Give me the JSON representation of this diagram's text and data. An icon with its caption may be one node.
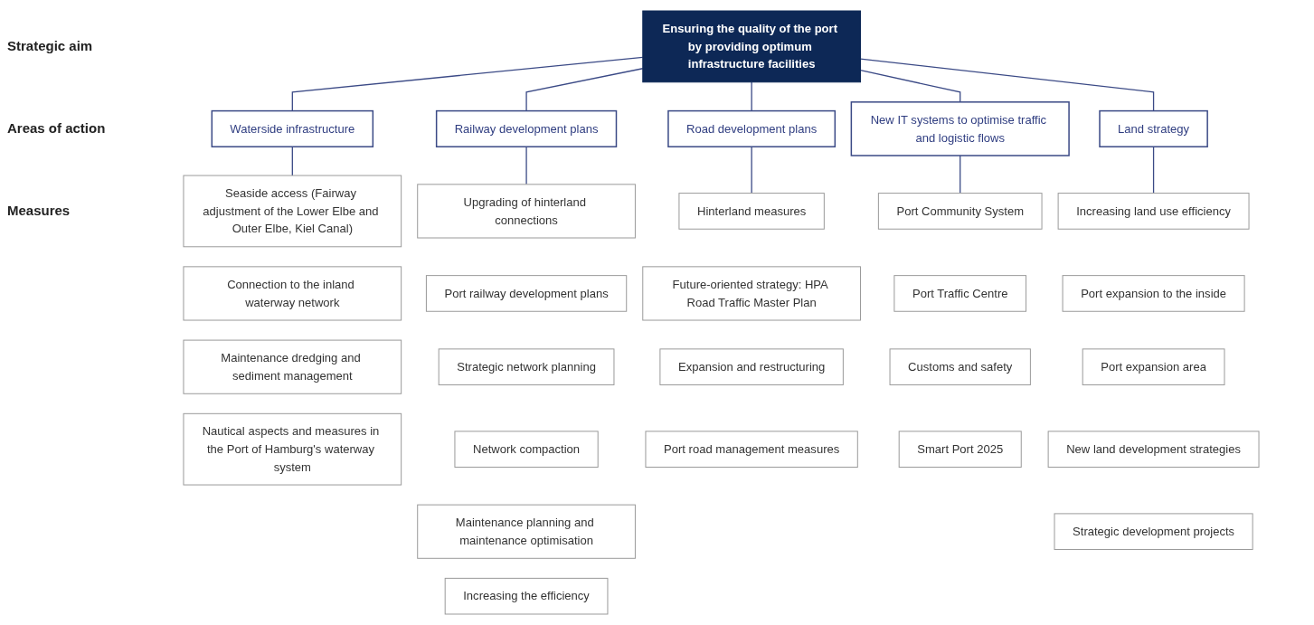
{
  "diagram": {
    "nodes": [
      {
        "text": [
          "Ensuring the quality of the port by providing optimum infrastructure facilities"
        ]
      },
      {
        "text": [
          "Waterside infrastructure"
        ]
      },
      {
        "text": [
          "Railway development plans"
        ]
      },
      {
        "text": [
          "Road development plans"
        ]
      },
      {
        "text": [
          "New IT systems to optimise traffic and logistic flows"
        ]
      },
      {
        "text": [
          "Land strategy"
        ]
      },
      {
        "text": [
          "Seaside access (Fairway adjustment of the Lower Elbe and Outer Elbe, Kiel Canal)"
        ]
      },
      {
        "text": [
          "Connection to the inland waterway network"
        ]
      },
      {
        "text": [
          "Maintenance dredging and sediment management"
        ]
      },
      {
        "text": [
          "Nautical aspects and measures in the Port of Hamburg's waterway system"
        ]
      },
      {
        "text": [
          "Upgrading of hinterland connections"
        ]
      },
      {
        "text": [
          "Port railway development plans"
        ]
      },
      {
        "text": [
          "Strategic network planning"
        ]
      },
      {
        "text": [
          "Network compaction"
        ]
      },
      {
        "text": [
          "Maintenance planning and maintenance optimisation"
        ]
      },
      {
        "text": [
          "Increasing the efficiency"
        ]
      },
      {
        "text": [
          "Hinterland measures"
        ]
      },
      {
        "text": [
          "Future-oriented strategy: HPA Road Traffic Master Plan"
        ]
      },
      {
        "text": [
          "Expansion and restructuring"
        ]
      },
      {
        "text": [
          "Port road management measures"
        ]
      },
      {
        "text": [
          "Port Community System"
        ]
      },
      {
        "text": [
          "Port Traffic Centre"
        ]
      },
      {
        "text": [
          "Customs and safety"
        ]
      },
      {
        "text": [
          "Smart Port 2025"
        ]
      },
      {
        "text": [
          "Increasing land use efficiency"
        ]
      },
      {
        "text": [
          "Port expansion to the inside"
        ]
      },
      {
        "text": [
          "Port expansion area"
        ]
      },
      {
        "text": [
          "New land development strategies"
        ]
      },
      {
        "text": [
          "Strategic development projects"
        ]
      }
    ],
    "edges": [
      {
        "from": 0,
        "to": 1,
        "arrow": "none"
      },
      {
        "from": 0,
        "to": 2,
        "arrow": "none"
      },
      {
        "from": 0,
        "to": 3,
        "arrow": "none"
      },
      {
        "from": 0,
        "to": 4,
        "arrow": "none"
      },
      {
        "from": 0,
        "to": 5,
        "arrow": "none"
      },
      {
        "from": 1,
        "to": 6,
        "arrow": "none"
      },
      {
        "from": 2,
        "to": 10,
        "arrow": "none"
      },
      {
        "from": 3,
        "to": 16,
        "arrow": "none"
      },
      {
        "from": 4,
        "to": 20,
        "arrow": "none"
      },
      {
        "from": 5,
        "to": 24,
        "arrow": "none"
      }
    ],
    "labels": [
      "Strategic aim",
      "Areas of action",
      "Measures"
    ]
  }
}
